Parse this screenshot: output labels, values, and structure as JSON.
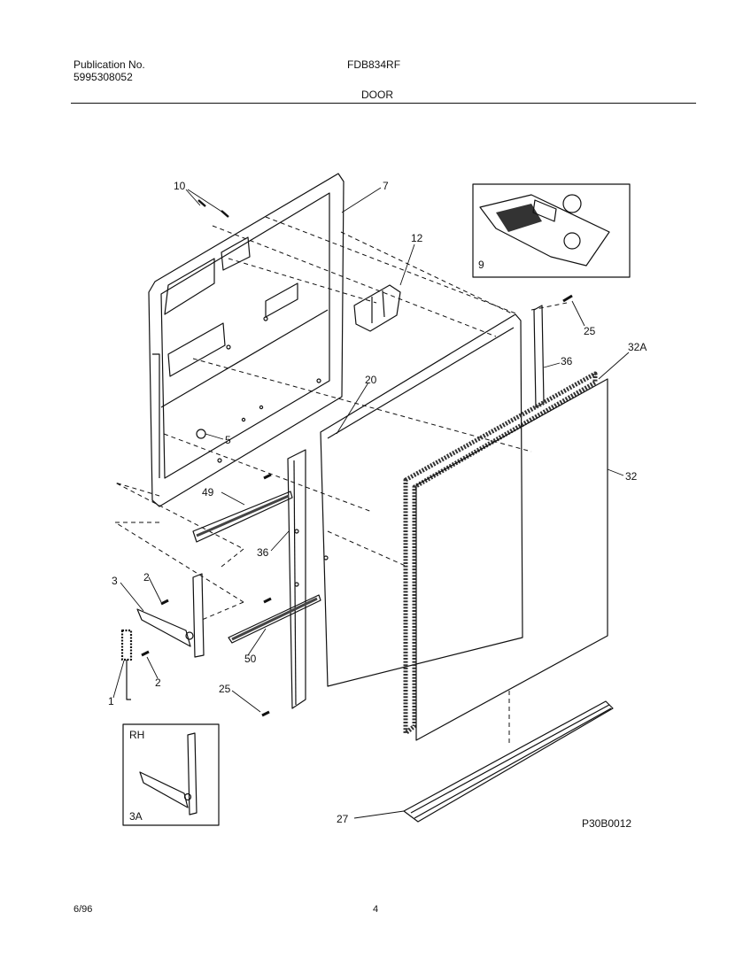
{
  "header": {
    "publication_label": "Publication No.",
    "publication_number": "5995308052",
    "model": "FDB834RF",
    "section": "DOOR"
  },
  "footer": {
    "date": "6/96",
    "page": "4"
  },
  "diagram": {
    "figure_code": "P30B0012",
    "callouts": [
      "10",
      "7",
      "12",
      "9",
      "25",
      "32A",
      "36",
      "20",
      "5",
      "32",
      "49",
      "36",
      "3",
      "2",
      "2",
      "1",
      "50",
      "25",
      "RH",
      "3A",
      "27"
    ]
  }
}
